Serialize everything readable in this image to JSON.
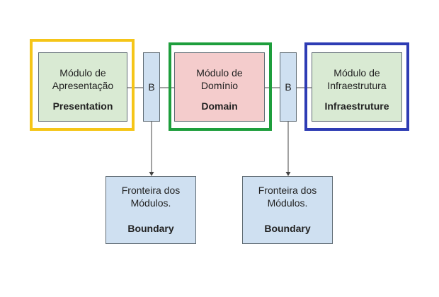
{
  "colors": {
    "presentation_frame": "#f5c518",
    "domain_frame": "#1e9e3c",
    "infrastructure_frame": "#2e3cb4",
    "module_fill_green": "#d9ead3",
    "module_fill_red": "#f4cccc",
    "boundary_fill": "#cfe0f1"
  },
  "modules": {
    "presentation": {
      "label": "Módulo de\nApresentação",
      "sub": "Presentation"
    },
    "domain": {
      "label": "Módulo de\nDomínio",
      "sub": "Domain"
    },
    "infrastructure": {
      "label": "Módulo de\nInfraestrutura",
      "sub": "Infraestruture"
    }
  },
  "connectors": {
    "left": "B",
    "right": "B"
  },
  "boundaries": [
    {
      "label": "Fronteira dos\nMódulos.",
      "sub": "Boundary"
    },
    {
      "label": "Fronteira dos\nMódulos.",
      "sub": "Boundary"
    }
  ]
}
